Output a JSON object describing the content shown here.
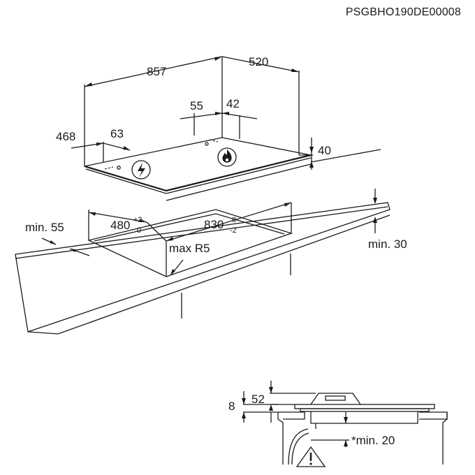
{
  "doc_code": "PSGBHO190DE00008",
  "dims": {
    "width": "857",
    "depth": "520",
    "d55": "55",
    "d42": "42",
    "d468": "468",
    "d63": "63",
    "d40": "40",
    "cutout_depth": "480",
    "cutout_depth_tol_upper": "+2",
    "cutout_depth_tol_lower": "0",
    "cutout_width": "830",
    "cutout_width_tol_upper": "0",
    "cutout_width_tol_lower": "-2",
    "min_front": "min. 55",
    "min_back": "min. 30",
    "max_radius": "max R5"
  },
  "detail": {
    "d52": "52",
    "d8": "8",
    "min_clearance": "*min. 20"
  },
  "icons": [
    "electric-warning-icon",
    "gas-flame-icon",
    "warning-triangle-icon"
  ],
  "colors": {
    "stroke": "#1a1a1a",
    "background": "#ffffff"
  }
}
